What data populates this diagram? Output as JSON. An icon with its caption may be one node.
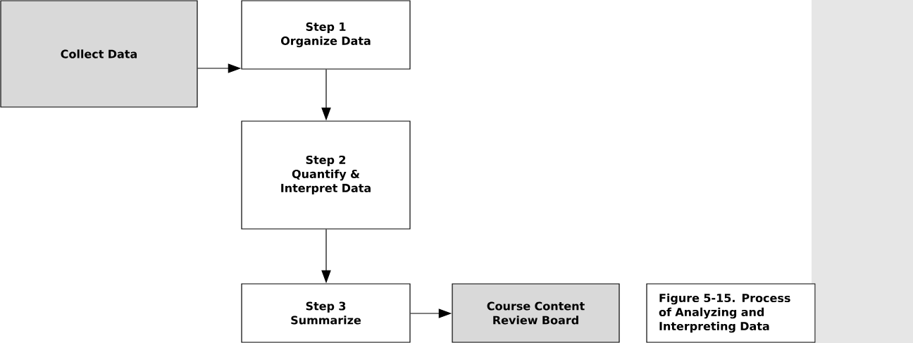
{
  "diagram": {
    "nodes": [
      {
        "text": [
          "Collect Data"
        ]
      },
      {
        "text": [
          "Step 1",
          "Organize Data"
        ]
      },
      {
        "text": [
          "Step 2",
          "Quantify & Interpret Data"
        ]
      },
      {
        "text": [
          "Step 3",
          "Summarize"
        ]
      },
      {
        "text": [
          "Course Content Review Board"
        ]
      },
      {
        "text": [
          "Figure 5-15.  Process of Analyzing and Interpreting Data"
        ]
      }
    ],
    "edges": [
      {
        "from": 0,
        "to": 1,
        "arrow": "to"
      },
      {
        "from": 1,
        "to": 2,
        "arrow": "to"
      },
      {
        "from": 2,
        "to": 3,
        "arrow": "to"
      },
      {
        "from": 3,
        "to": 4,
        "arrow": "to"
      }
    ]
  }
}
